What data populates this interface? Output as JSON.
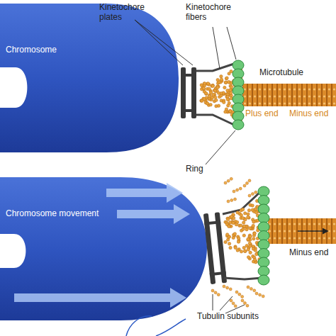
{
  "diagram": {
    "labels": [
      "Kinetochore plates",
      "Kinetochore fibers",
      "Chromosome",
      "Microtubule",
      "Plus end",
      "Minus end",
      "Ring",
      "Chromosome movement",
      "Minus end",
      "Tubulin subunits"
    ]
  }
}
